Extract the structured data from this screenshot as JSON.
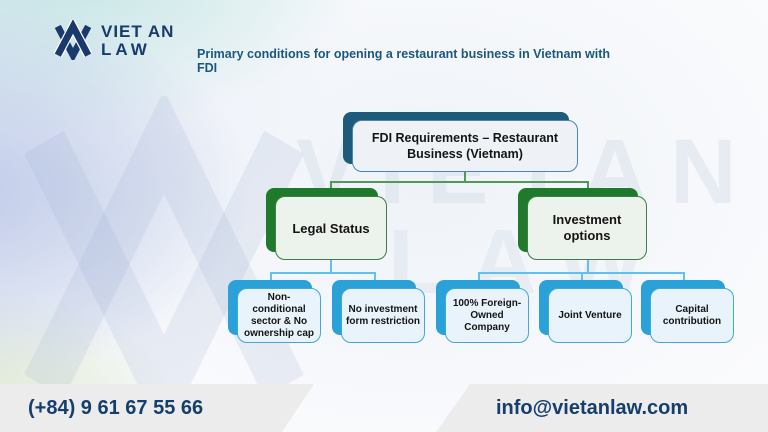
{
  "brand": {
    "name_line1": "VIET AN",
    "name_line2": "LAW"
  },
  "header": {
    "title": "Primary conditions for opening a restaurant business in Vietnam with FDI"
  },
  "watermark": {
    "line1": "VIETAN",
    "line2": "LAW"
  },
  "diagram": {
    "type": "hierarchy-tree",
    "nodes": {
      "root": {
        "label": "FDI Requirements – Restaurant Business (Vietnam)",
        "level": 1,
        "theme": "teal"
      },
      "legal": {
        "label": "Legal Status",
        "level": 2,
        "theme": "green",
        "parent": "root"
      },
      "investment": {
        "label": "Investment options",
        "level": 2,
        "theme": "green",
        "parent": "root"
      },
      "nonconditional": {
        "label": "Non-conditional sector & No ownership cap",
        "level": 3,
        "theme": "blue",
        "parent": "legal"
      },
      "noform": {
        "label": "No investment form restriction",
        "level": 3,
        "theme": "blue",
        "parent": "legal"
      },
      "foreignowned": {
        "label": "100% Foreign-Owned Company",
        "level": 3,
        "theme": "blue",
        "parent": "investment"
      },
      "jointventure": {
        "label": "Joint Venture",
        "level": 3,
        "theme": "blue",
        "parent": "investment"
      },
      "capital": {
        "label": "Capital contribution",
        "level": 3,
        "theme": "blue",
        "parent": "investment"
      }
    }
  },
  "footer": {
    "phone": "(+84) 9 61 67 55 66",
    "email": "info@vietanlaw.com"
  },
  "colors": {
    "title_text": "#1b587e",
    "footer_text": "#153e6d",
    "logo_navy": "#1a3a6d",
    "teal_shadow": "#1e5b7a",
    "green_shadow": "#1f7a2c",
    "blue_shadow": "#2aa2d8",
    "connector_green": "#4f9a57",
    "connector_blue": "#63c0ea",
    "footer_bar": "#ececec"
  }
}
